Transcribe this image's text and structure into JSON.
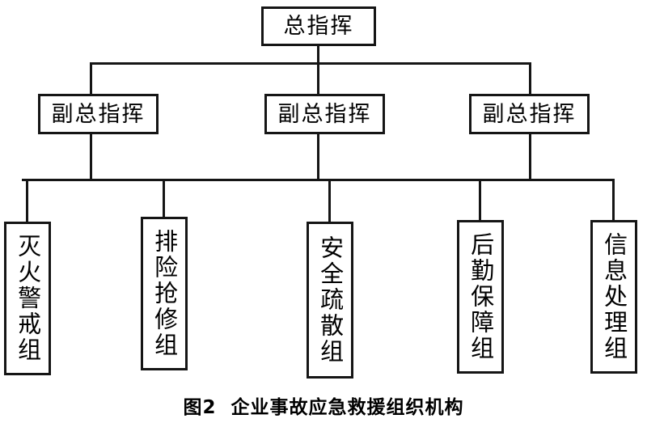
{
  "figure": {
    "caption": "图2  企业事故应急救援组织机构",
    "caption_number": "图2",
    "caption_title": "企业事故应急救援组织机构"
  },
  "diagram": {
    "type": "organization-chart",
    "orientation": "top-down",
    "line_color": "#151515",
    "box_fill": "#ffffff",
    "levels": 3,
    "level1": {
      "nodes": [
        {
          "id": "commander",
          "label": "总指挥"
        }
      ]
    },
    "level2": {
      "nodes": [
        {
          "id": "deputy-1",
          "label": "副总指挥"
        },
        {
          "id": "deputy-2",
          "label": "副总指挥"
        },
        {
          "id": "deputy-3",
          "label": "副总指挥"
        }
      ]
    },
    "level3": {
      "text_direction": "vertical",
      "nodes": [
        {
          "id": "group-fire-alert",
          "label": "灭火警戒组"
        },
        {
          "id": "group-hazard-repair",
          "label": "排险抢修组"
        },
        {
          "id": "group-evacuation",
          "label": "安全疏散组"
        },
        {
          "id": "group-logistics",
          "label": "后勤保障组"
        },
        {
          "id": "group-information",
          "label": "信息处理组"
        }
      ]
    }
  }
}
